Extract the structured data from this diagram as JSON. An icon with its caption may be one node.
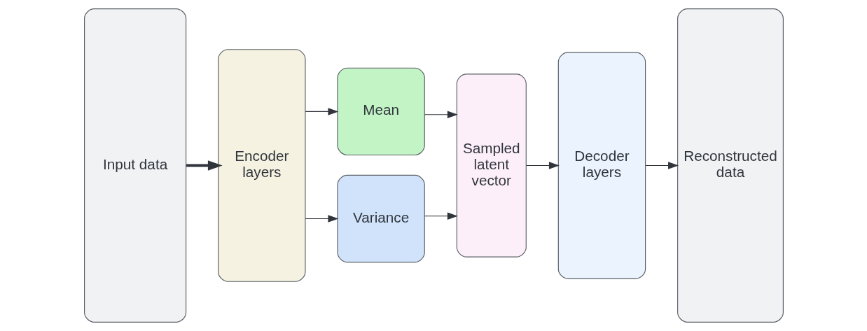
{
  "diagram": {
    "nodes": [
      {
        "text": [
          "Input data"
        ]
      },
      {
        "text": [
          "Encoder layers"
        ]
      },
      {
        "text": [
          "Mean"
        ]
      },
      {
        "text": [
          "Variance"
        ]
      },
      {
        "text": [
          "Sampled latent vector"
        ]
      },
      {
        "text": [
          "Decoder layers"
        ]
      },
      {
        "text": [
          "Reconstructed data"
        ]
      }
    ],
    "edges": [
      {
        "from": 0,
        "to": 1,
        "arrow": "to",
        "style": "thick"
      },
      {
        "from": 1,
        "to": 2,
        "arrow": "to"
      },
      {
        "from": 1,
        "to": 3,
        "arrow": "to"
      },
      {
        "from": 2,
        "to": 4,
        "arrow": "to"
      },
      {
        "from": 3,
        "to": 4,
        "arrow": "to"
      },
      {
        "from": 4,
        "to": 5,
        "arrow": "to"
      },
      {
        "from": 5,
        "to": 6,
        "arrow": "to"
      }
    ]
  }
}
